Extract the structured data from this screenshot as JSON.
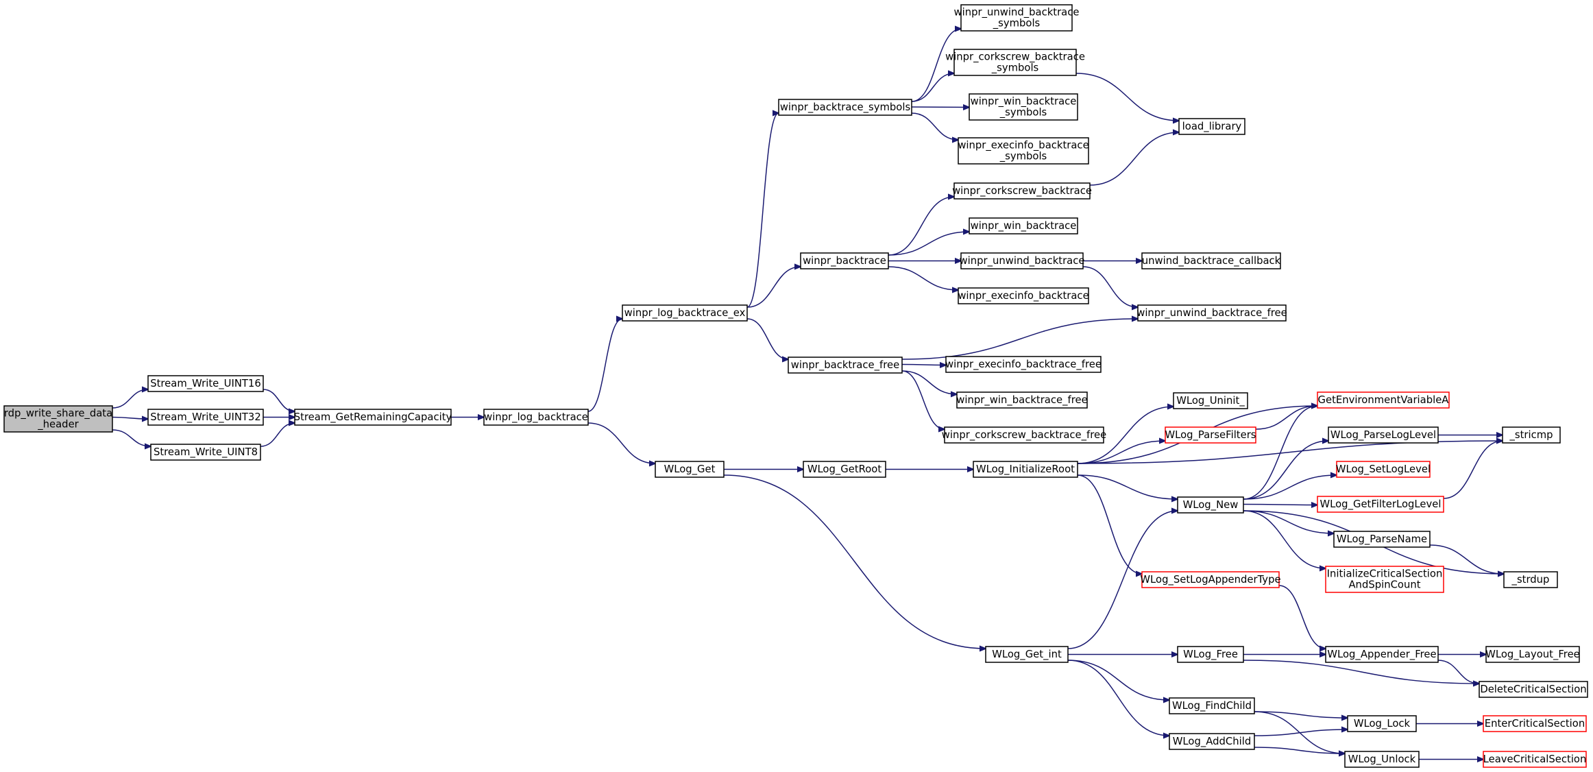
{
  "nodes": [
    {
      "id": "root",
      "lines": [
        "rdp_write_share_data",
        "_header"
      ],
      "style": "root"
    },
    {
      "id": "w16",
      "lines": [
        "Stream_Write_UINT16"
      ],
      "style": "normal"
    },
    {
      "id": "w32",
      "lines": [
        "Stream_Write_UINT32"
      ],
      "style": "normal"
    },
    {
      "id": "w8",
      "lines": [
        "Stream_Write_UINT8"
      ],
      "style": "normal"
    },
    {
      "id": "cap",
      "lines": [
        "Stream_GetRemainingCapacity"
      ],
      "style": "normal"
    },
    {
      "id": "lbt",
      "lines": [
        "winpr_log_backtrace"
      ],
      "style": "normal"
    },
    {
      "id": "lbtex",
      "lines": [
        "winpr_log_backtrace_ex"
      ],
      "style": "normal"
    },
    {
      "id": "wlget",
      "lines": [
        "WLog_Get"
      ],
      "style": "normal"
    },
    {
      "id": "bsym",
      "lines": [
        "winpr_backtrace_symbols"
      ],
      "style": "normal"
    },
    {
      "id": "bt",
      "lines": [
        "winpr_backtrace"
      ],
      "style": "normal"
    },
    {
      "id": "btfree",
      "lines": [
        "winpr_backtrace_free"
      ],
      "style": "normal"
    },
    {
      "id": "getroot",
      "lines": [
        "WLog_GetRoot"
      ],
      "style": "normal"
    },
    {
      "id": "getint",
      "lines": [
        "WLog_Get_int"
      ],
      "style": "normal"
    },
    {
      "id": "uwsym",
      "lines": [
        "winpr_unwind_backtrace",
        "_symbols"
      ],
      "style": "normal"
    },
    {
      "id": "cssym",
      "lines": [
        "winpr_corkscrew_backtrace",
        "_symbols"
      ],
      "style": "normal"
    },
    {
      "id": "winsym",
      "lines": [
        "winpr_win_backtrace",
        "_symbols"
      ],
      "style": "normal"
    },
    {
      "id": "exsym",
      "lines": [
        "winpr_execinfo_backtrace",
        "_symbols"
      ],
      "style": "normal"
    },
    {
      "id": "csbt",
      "lines": [
        "winpr_corkscrew_backtrace"
      ],
      "style": "normal"
    },
    {
      "id": "winbt",
      "lines": [
        "winpr_win_backtrace"
      ],
      "style": "normal"
    },
    {
      "id": "uwbt",
      "lines": [
        "winpr_unwind_backtrace"
      ],
      "style": "normal"
    },
    {
      "id": "exbt",
      "lines": [
        "winpr_execinfo_backtrace"
      ],
      "style": "normal"
    },
    {
      "id": "exfree",
      "lines": [
        "winpr_execinfo_backtrace_free"
      ],
      "style": "normal"
    },
    {
      "id": "winfree",
      "lines": [
        "winpr_win_backtrace_free"
      ],
      "style": "normal"
    },
    {
      "id": "csfree",
      "lines": [
        "winpr_corkscrew_backtrace_free"
      ],
      "style": "normal"
    },
    {
      "id": "loadlib",
      "lines": [
        "load_library"
      ],
      "style": "normal"
    },
    {
      "id": "uwcb",
      "lines": [
        "unwind_backtrace_callback"
      ],
      "style": "normal"
    },
    {
      "id": "uwfree",
      "lines": [
        "winpr_unwind_backtrace_free"
      ],
      "style": "normal"
    },
    {
      "id": "initroot",
      "lines": [
        "WLog_InitializeRoot"
      ],
      "style": "normal"
    },
    {
      "id": "uninit",
      "lines": [
        "WLog_Uninit_"
      ],
      "style": "normal"
    },
    {
      "id": "parsefilters",
      "lines": [
        "WLog_ParseFilters"
      ],
      "style": "red"
    },
    {
      "id": "wlnew",
      "lines": [
        "WLog_New"
      ],
      "style": "normal"
    },
    {
      "id": "setapp",
      "lines": [
        "WLog_SetLogAppenderType"
      ],
      "style": "red"
    },
    {
      "id": "wlfree",
      "lines": [
        "WLog_Free"
      ],
      "style": "normal"
    },
    {
      "id": "findchild",
      "lines": [
        "WLog_FindChild"
      ],
      "style": "normal"
    },
    {
      "id": "addchild",
      "lines": [
        "WLog_AddChild"
      ],
      "style": "normal"
    },
    {
      "id": "getenv",
      "lines": [
        "GetEnvironmentVariableA"
      ],
      "style": "red"
    },
    {
      "id": "parselevel",
      "lines": [
        "WLog_ParseLogLevel"
      ],
      "style": "normal"
    },
    {
      "id": "setlevel",
      "lines": [
        "WLog_SetLogLevel"
      ],
      "style": "red"
    },
    {
      "id": "filterlevel",
      "lines": [
        "WLog_GetFilterLogLevel"
      ],
      "style": "red"
    },
    {
      "id": "parsename",
      "lines": [
        "WLog_ParseName"
      ],
      "style": "normal"
    },
    {
      "id": "initcs",
      "lines": [
        "InitializeCriticalSection",
        "AndSpinCount"
      ],
      "style": "red"
    },
    {
      "id": "appfree",
      "lines": [
        "WLog_Appender_Free"
      ],
      "style": "normal"
    },
    {
      "id": "lock",
      "lines": [
        "WLog_Lock"
      ],
      "style": "normal"
    },
    {
      "id": "unlock",
      "lines": [
        "WLog_Unlock"
      ],
      "style": "normal"
    },
    {
      "id": "stricmp",
      "lines": [
        "_stricmp"
      ],
      "style": "normal"
    },
    {
      "id": "strdup",
      "lines": [
        "_strdup"
      ],
      "style": "normal"
    },
    {
      "id": "layoutfree",
      "lines": [
        "WLog_Layout_Free"
      ],
      "style": "normal"
    },
    {
      "id": "delcs",
      "lines": [
        "DeleteCriticalSection"
      ],
      "style": "normal"
    },
    {
      "id": "entercs",
      "lines": [
        "EnterCriticalSection"
      ],
      "style": "red"
    },
    {
      "id": "leavecs",
      "lines": [
        "LeaveCriticalSection"
      ],
      "style": "red"
    }
  ],
  "edges": [
    [
      "root",
      "w16"
    ],
    [
      "root",
      "w32"
    ],
    [
      "root",
      "w8"
    ],
    [
      "w16",
      "cap"
    ],
    [
      "w32",
      "cap"
    ],
    [
      "w8",
      "cap"
    ],
    [
      "cap",
      "lbt"
    ],
    [
      "lbt",
      "lbtex"
    ],
    [
      "lbt",
      "wlget"
    ],
    [
      "lbtex",
      "bsym"
    ],
    [
      "lbtex",
      "bt"
    ],
    [
      "lbtex",
      "btfree"
    ],
    [
      "bsym",
      "uwsym"
    ],
    [
      "bsym",
      "cssym"
    ],
    [
      "bsym",
      "winsym"
    ],
    [
      "bsym",
      "exsym"
    ],
    [
      "cssym",
      "loadlib"
    ],
    [
      "csbt",
      "loadlib"
    ],
    [
      "bt",
      "csbt"
    ],
    [
      "bt",
      "winbt"
    ],
    [
      "bt",
      "uwbt"
    ],
    [
      "bt",
      "exbt"
    ],
    [
      "uwbt",
      "uwcb"
    ],
    [
      "uwbt",
      "uwfree"
    ],
    [
      "btfree",
      "uwfree"
    ],
    [
      "btfree",
      "exfree"
    ],
    [
      "btfree",
      "winfree"
    ],
    [
      "btfree",
      "csfree"
    ],
    [
      "wlget",
      "getroot"
    ],
    [
      "wlget",
      "getint"
    ],
    [
      "getroot",
      "initroot"
    ],
    [
      "initroot",
      "stricmp"
    ],
    [
      "initroot",
      "uninit"
    ],
    [
      "initroot",
      "parsefilters"
    ],
    [
      "initroot",
      "getenv"
    ],
    [
      "initroot",
      "wlnew"
    ],
    [
      "initroot",
      "setapp"
    ],
    [
      "parsefilters",
      "getenv"
    ],
    [
      "wlnew",
      "getenv"
    ],
    [
      "wlnew",
      "parselevel"
    ],
    [
      "wlnew",
      "setlevel"
    ],
    [
      "wlnew",
      "filterlevel"
    ],
    [
      "wlnew",
      "parsename"
    ],
    [
      "wlnew",
      "initcs"
    ],
    [
      "wlnew",
      "strdup"
    ],
    [
      "parselevel",
      "stricmp"
    ],
    [
      "filterlevel",
      "stricmp"
    ],
    [
      "parsename",
      "strdup"
    ],
    [
      "setapp",
      "appfree"
    ],
    [
      "getint",
      "wlnew"
    ],
    [
      "getint",
      "wlfree"
    ],
    [
      "getint",
      "findchild"
    ],
    [
      "getint",
      "addchild"
    ],
    [
      "wlfree",
      "appfree"
    ],
    [
      "wlfree",
      "delcs"
    ],
    [
      "appfree",
      "layoutfree"
    ],
    [
      "appfree",
      "delcs"
    ],
    [
      "findchild",
      "lock"
    ],
    [
      "findchild",
      "unlock"
    ],
    [
      "addchild",
      "lock"
    ],
    [
      "addchild",
      "unlock"
    ],
    [
      "lock",
      "entercs"
    ],
    [
      "unlock",
      "leavecs"
    ]
  ],
  "colors": {
    "edge": "#191970",
    "node_border": "#000000",
    "node_fill": "#ffffff",
    "root_fill": "#bfbfbf",
    "link_border": "#ff0000"
  }
}
